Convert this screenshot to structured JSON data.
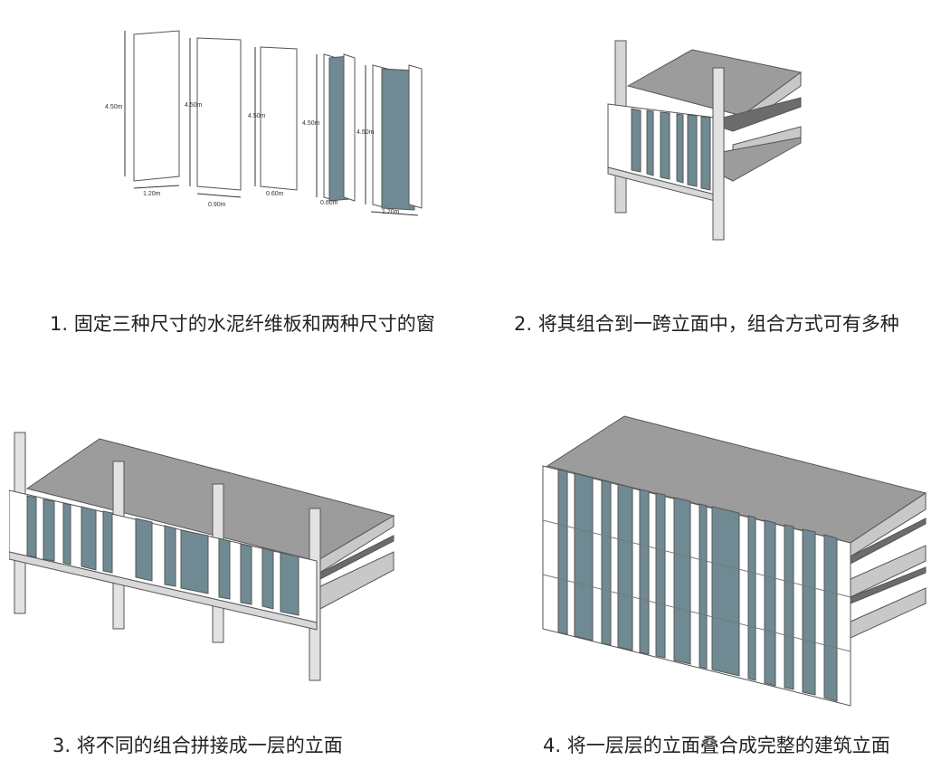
{
  "steps": [
    {
      "caption": "1. 固定三种尺寸的水泥纤维板和两种尺寸的窗"
    },
    {
      "caption": "2. 将其组合到一跨立面中，组合方式可有多种"
    },
    {
      "caption": "3. 将不同的组合拼接成一层的立面"
    },
    {
      "caption": "4. 将一层层的立面叠合成完整的建筑立面"
    }
  ],
  "panels": [
    {
      "height_label": "4.50m",
      "width_label": "1.20m",
      "kind": "panel"
    },
    {
      "height_label": "4.50m",
      "width_label": "0.90m",
      "kind": "panel"
    },
    {
      "height_label": "4.50m",
      "width_label": "0.60m",
      "kind": "panel"
    },
    {
      "height_label": "4.50m",
      "width_label": "0.60m",
      "kind": "window"
    },
    {
      "height_label": "4.50m",
      "width_label": "1.20m",
      "kind": "window"
    }
  ],
  "colors": {
    "slab_top": "#9c9c9c",
    "slab_edge": "#bdbdbd",
    "glass": "#6f8a92",
    "glass_dark": "#4f6a72",
    "panel_white": "#ffffff",
    "line": "#555555"
  }
}
